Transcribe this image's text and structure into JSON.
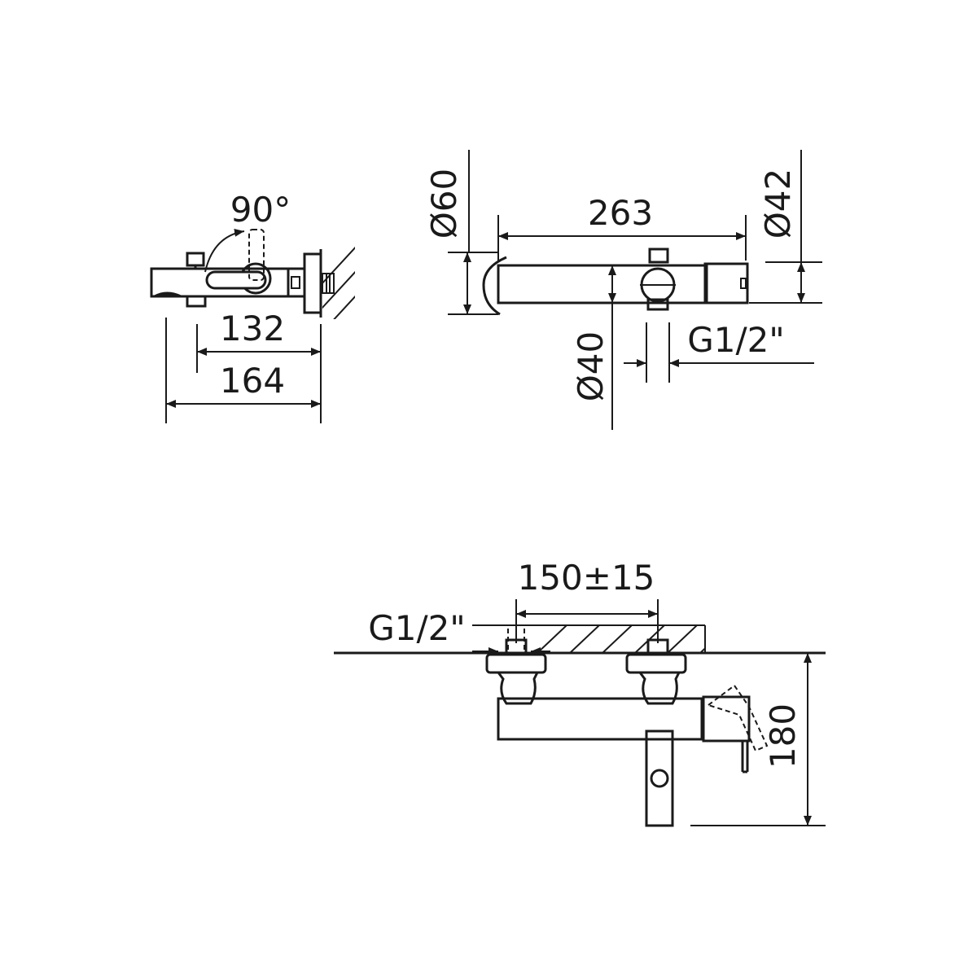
{
  "colors": {
    "ink": "#1a1a1a",
    "background": "#ffffff"
  },
  "side_view": {
    "angle": "90°",
    "depth_inner": "132",
    "depth_outer": "164"
  },
  "top_view": {
    "diameter_60": "Ø60",
    "length": "263",
    "diameter_42": "Ø42",
    "diameter_40": "Ø40",
    "thread": "G1/2\""
  },
  "front_view": {
    "centers": "150±15",
    "thread": "G1/2\"",
    "height": "180"
  }
}
